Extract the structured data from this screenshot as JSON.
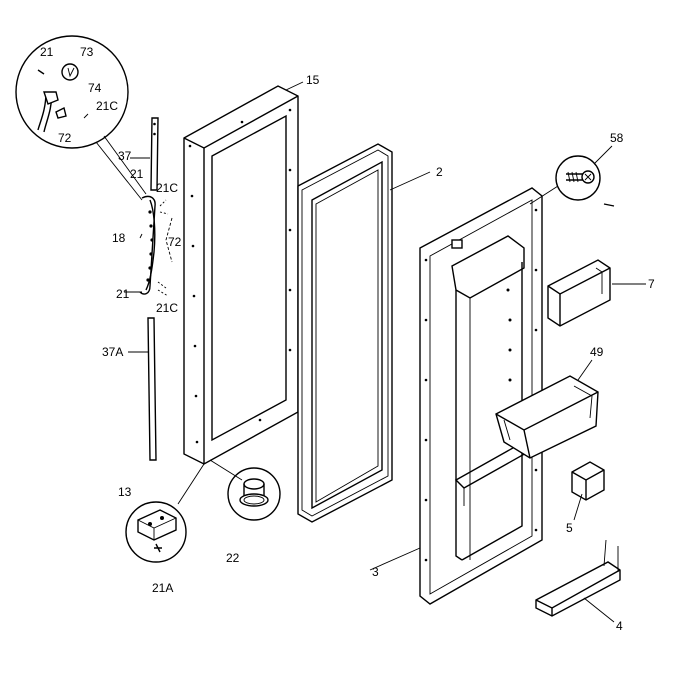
{
  "labels": {
    "p21_top": "21",
    "p73": "73",
    "p74": "74",
    "p21c_top": "21C",
    "p72_top": "72",
    "p37": "37",
    "p21_mid": "21",
    "p21c_mid1": "21C",
    "p18": "18",
    "p72_mid": "72",
    "p21_low": "21",
    "p21c_mid2": "21C",
    "p37a": "37A",
    "p15": "15",
    "p2": "2",
    "p58": "58",
    "p7": "7",
    "p49": "49",
    "p13": "13",
    "p21a": "21A",
    "p22": "22",
    "p3": "3",
    "p5": "5",
    "p4": "4"
  }
}
